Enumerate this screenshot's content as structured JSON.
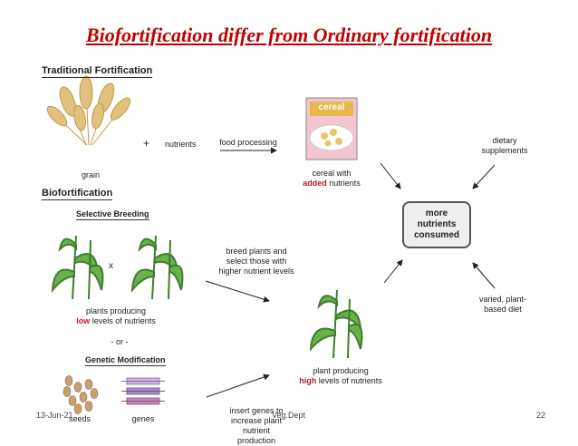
{
  "title": "Biofortification differ from Ordinary fortification",
  "traditional": {
    "heading": "Traditional Fortification",
    "grain_label": "grain",
    "plus": "+",
    "nutrients_label": "nutrients",
    "process_label": "food processing",
    "cereal_box_text": "cereal",
    "cereal_label_line1": "cereal with",
    "cereal_label_added": "added",
    "cereal_label_rest": "nutrients",
    "supplements_label": "dietary supplements"
  },
  "biofortification": {
    "heading": "Biofortification",
    "breeding_heading": "Selective Breeding",
    "cross": "x",
    "low_line1": "plants producing",
    "low_word": "low",
    "low_rest": "levels of nutrients",
    "breed_label": "breed plants and select those with higher nutrient levels",
    "or_label": "- or -",
    "gm_heading": "Genetic Modification",
    "seeds_label": "seeds",
    "genes_label": "genes",
    "insert_label": "insert genes to increase plant nutrient production",
    "high_line1": "plant producing",
    "high_word": "high",
    "high_rest": "levels of nutrients",
    "varied_label": "varied, plant-based diet"
  },
  "center_box": "more nutrients consumed",
  "footer": {
    "date": "13-Jun-21",
    "dept": "Veg.Dept",
    "page": "22"
  },
  "colors": {
    "title": "#c00000",
    "highlight": "#b0202a",
    "plant": "#4e9a3a",
    "grain": "#d9b36a",
    "gene_purple": "#a98cc4"
  }
}
